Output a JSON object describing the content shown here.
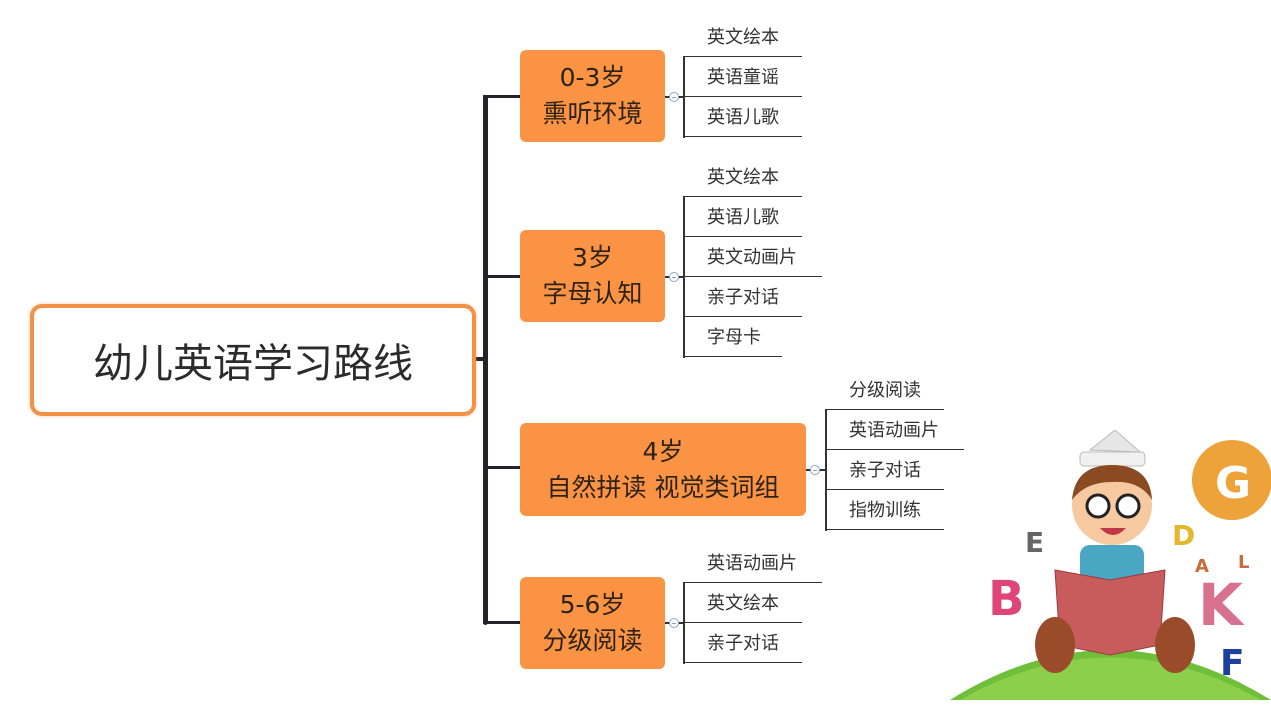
{
  "root": {
    "label": "幼儿英语学习路线"
  },
  "stages": [
    {
      "line1": "0-3岁",
      "line2": "熏听环境",
      "leaves": [
        "英文绘本",
        "英语童谣",
        "英语儿歌"
      ]
    },
    {
      "line1": "3岁",
      "line2": "字母认知",
      "leaves": [
        "英文绘本",
        "英语儿歌",
        "英文动画片",
        "亲子对话",
        "字母卡"
      ]
    },
    {
      "line1": "4岁",
      "line2": "自然拼读 视觉类词组",
      "leaves": [
        "分级阅读",
        "英语动画片",
        "亲子对话",
        "指物训练"
      ]
    },
    {
      "line1": "5-6岁",
      "line2": "分级阅读",
      "leaves": [
        "英语动画片",
        "英文绘本",
        "亲子对话"
      ]
    }
  ],
  "illustration": {
    "letters": [
      "B",
      "E",
      "D",
      "G",
      "A",
      "L",
      "K",
      "F"
    ]
  },
  "colors": {
    "node": "#fa9444",
    "root_border": "#f39145",
    "trunk": "#262229"
  }
}
